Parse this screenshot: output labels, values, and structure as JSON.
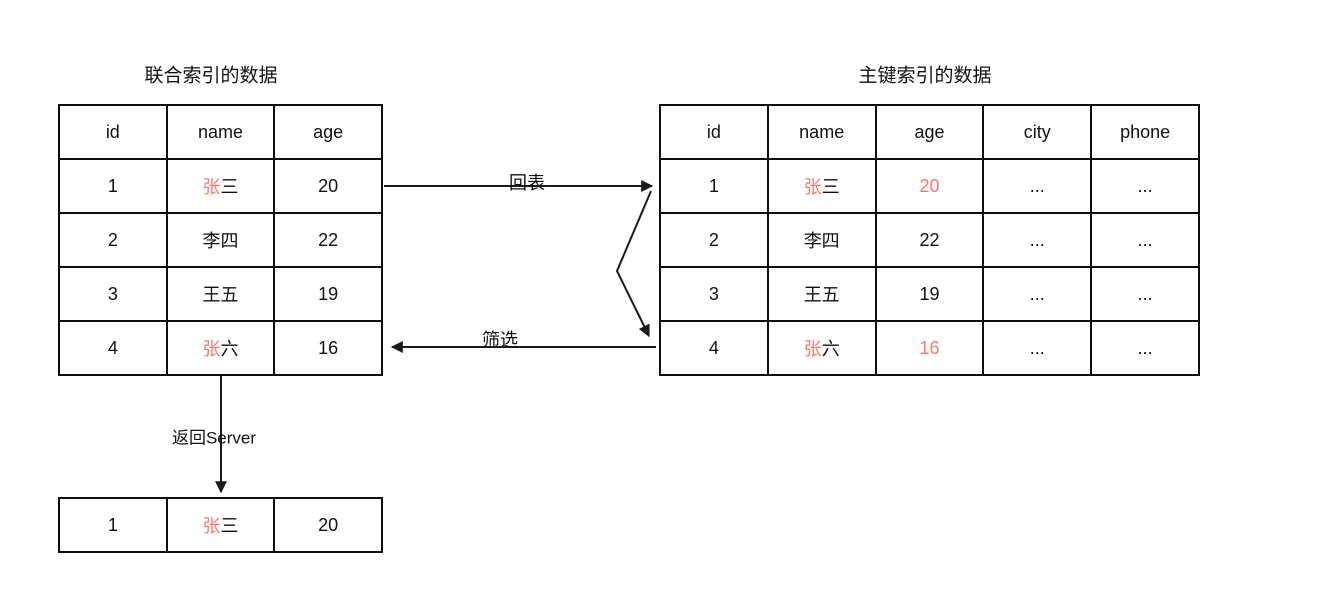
{
  "diagram": {
    "colors": {
      "highlight": "#f8796f",
      "line": "#1a1a1a"
    },
    "left_table": {
      "title": "联合索引的数据",
      "headers": [
        "id",
        "name",
        "age"
      ],
      "rows": [
        {
          "id": "1",
          "name_hl": "张",
          "name_rest": "三",
          "age": "20"
        },
        {
          "id": "2",
          "name_hl": "",
          "name_rest": "李四",
          "age": "22"
        },
        {
          "id": "3",
          "name_hl": "",
          "name_rest": "王五",
          "age": "19"
        },
        {
          "id": "4",
          "name_hl": "张",
          "name_rest": "六",
          "age": "16"
        }
      ]
    },
    "right_table": {
      "title": "主键索引的数据",
      "headers": [
        "id",
        "name",
        "age",
        "city",
        "phone"
      ],
      "rows": [
        {
          "id": "1",
          "name_hl": "张",
          "name_rest": "三",
          "age": "20",
          "city": "...",
          "phone": "..."
        },
        {
          "id": "2",
          "name_hl": "",
          "name_rest": "李四",
          "age": "22",
          "city": "...",
          "phone": "..."
        },
        {
          "id": "3",
          "name_hl": "",
          "name_rest": "王五",
          "age": "19",
          "city": "...",
          "phone": "..."
        },
        {
          "id": "4",
          "name_hl": "张",
          "name_rest": "六",
          "age": "16",
          "city": "...",
          "phone": "..."
        }
      ]
    },
    "result_table": {
      "rows": [
        {
          "id": "1",
          "name_hl": "张",
          "name_rest": "三",
          "age": "20"
        }
      ]
    },
    "arrow_labels": {
      "back_to_table": "回表",
      "filter": "筛选",
      "return_server": "返回Server"
    }
  }
}
